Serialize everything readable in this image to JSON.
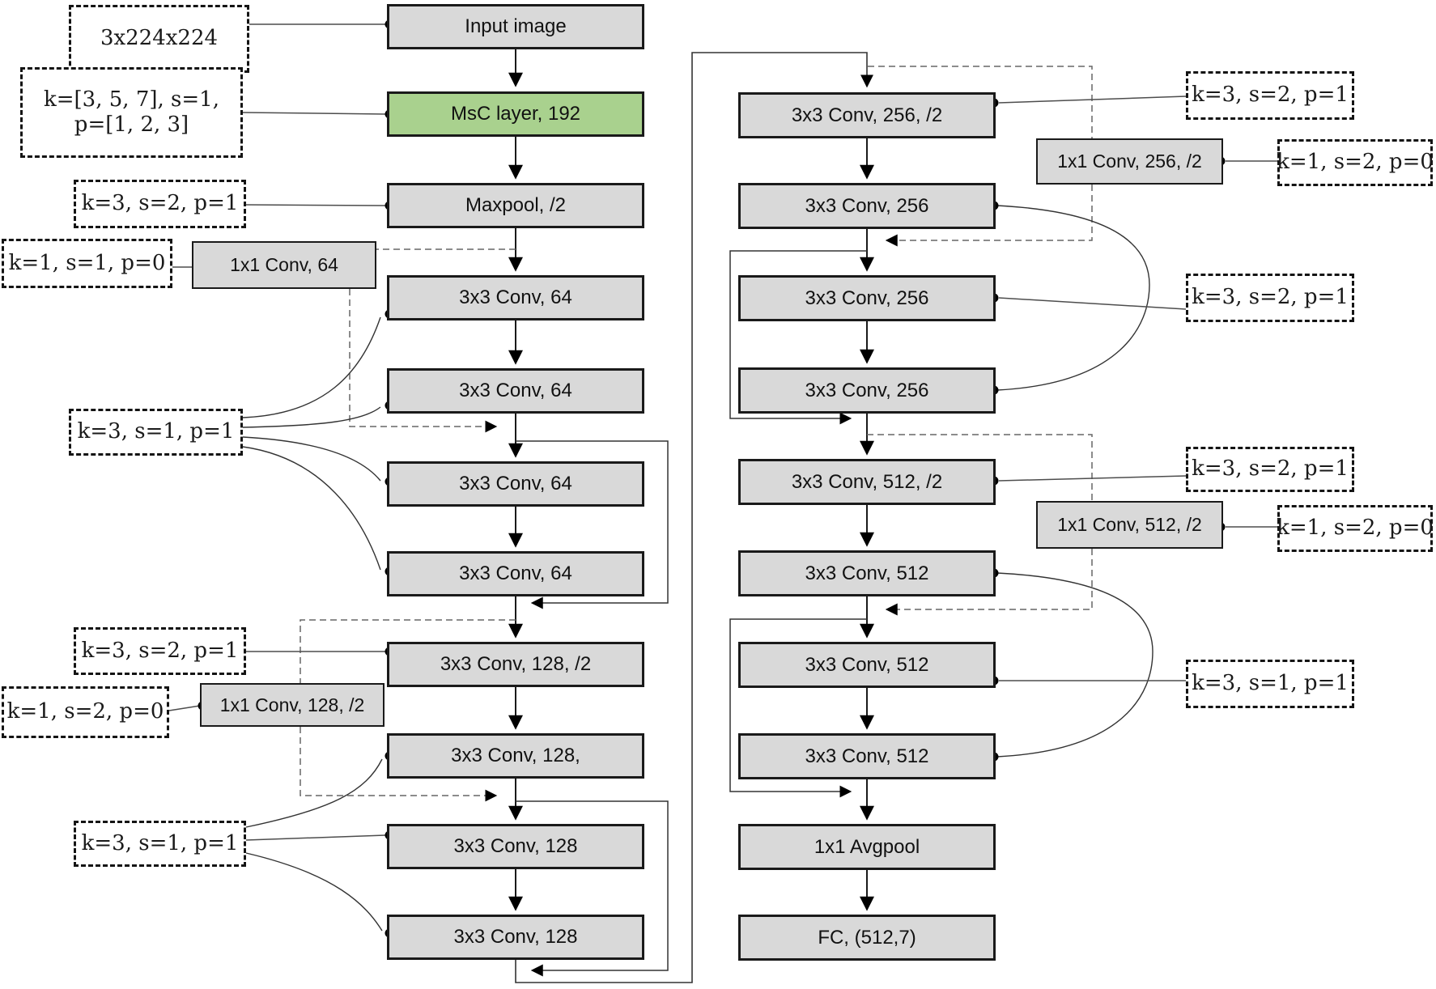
{
  "blocks_left": [
    "Input image",
    "MsC layer, 192",
    "Maxpool, /2",
    "3x3 Conv, 64",
    "3x3 Conv, 64",
    "3x3 Conv, 64",
    "3x3 Conv, 64",
    "3x3 Conv, 128, /2",
    "3x3 Conv, 128,",
    "3x3 Conv, 128",
    "3x3 Conv, 128"
  ],
  "blocks_right": [
    "3x3 Conv, 256, /2",
    "3x3 Conv, 256",
    "3x3 Conv, 256",
    "3x3 Conv, 256",
    "3x3 Conv, 512, /2",
    "3x3 Conv, 512",
    "3x3 Conv, 512",
    "3x3 Conv, 512",
    "1x1 Avgpool",
    "FC, (512,7)"
  ],
  "shortcut_blocks": [
    "1x1 Conv, 64",
    "1x1 Conv, 128, /2",
    "1x1 Conv, 256, /2",
    "1x1 Conv, 512, /2"
  ],
  "annotations": {
    "input_shape": "3x224x224",
    "msc_params_line1": "k=[3, 5, 7], s=1,",
    "msc_params_line2": "p=[1, 2, 3]",
    "maxpool_params": "k=3, s=2, p=1",
    "conv64_shortcut_params": "k=1, s=1, p=0",
    "conv64_params": "k=3, s=1, p=1",
    "conv128_down_params": "k=3, s=2, p=1",
    "conv128_shortcut_params": "k=1, s=2, p=0",
    "conv128_params": "k=3, s=1, p=1",
    "conv256_down_params": "k=3, s=2, p=1",
    "conv256_shortcut_params": "k=1, s=2, p=0",
    "conv256_params": "k=3, s=2, p=1",
    "conv512_down_params": "k=3, s=2, p=1",
    "conv512_shortcut_params": "k=1, s=2, p=0",
    "conv512_params": "k=3, s=1, p=1"
  },
  "colors": {
    "msc_green": "#a9d18e",
    "block_gray": "#d9d9d9",
    "border": "#1a1a1a"
  }
}
